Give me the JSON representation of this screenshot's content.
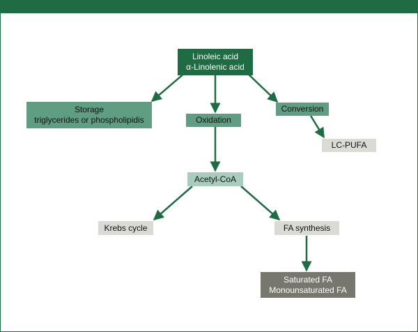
{
  "nodes": {
    "source": {
      "line1": "Linoleic acid",
      "line2": "α-Linolenic acid"
    },
    "storage": {
      "line1": "Storage",
      "line2": "triglycerides or phospholipidis"
    },
    "oxidation": {
      "label": "Oxidation"
    },
    "conversion": {
      "label": "Conversion"
    },
    "lcpufa": {
      "label": "LC-PUFA"
    },
    "acetylcoa": {
      "label": "Acetyl-CoA"
    },
    "krebs": {
      "label": "Krebs cycle"
    },
    "fasynthesis": {
      "label": "FA synthesis"
    },
    "saturated": {
      "line1": "Saturated FA",
      "line2": "Monounsaturated FA"
    }
  },
  "colors": {
    "frame": "#1f6b43",
    "arrow": "#1f6b43",
    "dark_node": "#1f6b43",
    "mid_node": "#5f9e82",
    "light_node": "#a8cdbe",
    "grey_node": "#d9dbd4",
    "stone_node": "#77776f"
  }
}
